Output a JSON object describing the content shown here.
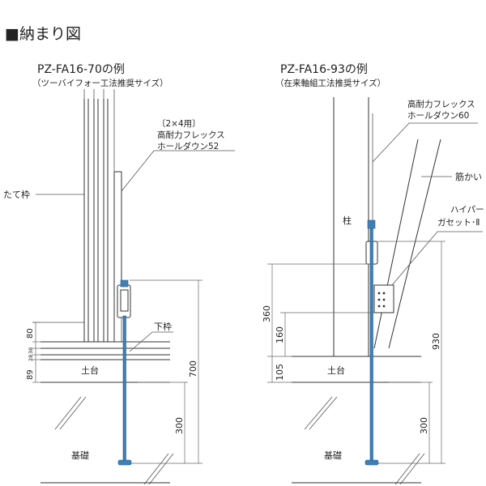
{
  "page_title": "■納まり図",
  "left": {
    "title": "PZ-FA16-70の例",
    "subtitle": "（ツーバイフォー工法推奨サイズ）",
    "callout_line1": "〔2×4用〕",
    "callout_line2": "高耐力フレックス",
    "callout_line3": "ホールダウン52",
    "label_tatewaku": "たて枠",
    "label_shitawaku": "下枠",
    "label_dodai": "土台",
    "label_kiso": "基礎",
    "dim_80": "80",
    "dim_28": "28",
    "dim_38": "38",
    "dim_89": "89",
    "dim_700": "700",
    "dim_300": "300"
  },
  "right": {
    "title": "PZ-FA16-93の例",
    "subtitle": "（在来軸組工法推奨サイズ）",
    "callout_line1": "高耐力フレックス",
    "callout_line2": "ホールダウン60",
    "label_hashira": "柱",
    "label_sujikai": "筋かい",
    "label_gusset1": "ハイパー",
    "label_gusset2": "ガセット･Ⅱ",
    "label_dodai": "土台",
    "label_kiso": "基礎",
    "dim_360": "360",
    "dim_160": "160",
    "dim_105": "105",
    "dim_930": "930",
    "dim_300": "300"
  },
  "colors": {
    "bolt": "#3f7fb6",
    "line": "#333333"
  }
}
